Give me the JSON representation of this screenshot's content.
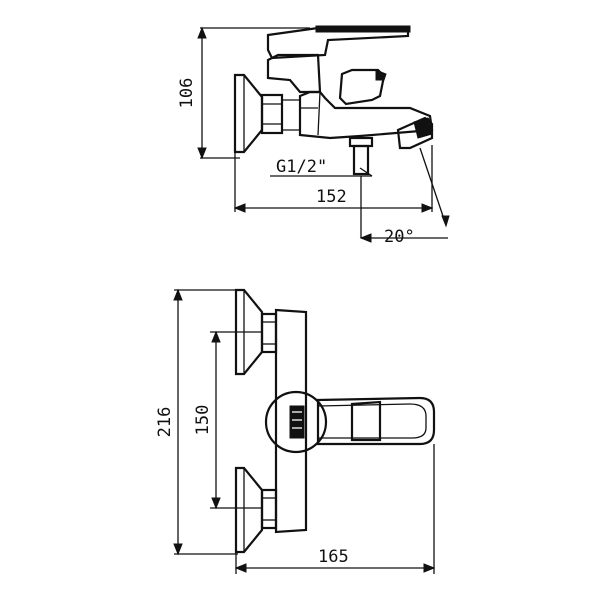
{
  "drawing": {
    "side_view": {
      "height_dim": "106",
      "thread_label": "G1/2\"",
      "width_dim": "152",
      "angle_dim": "20°"
    },
    "top_view": {
      "height_dim": "216",
      "spacing_dim": "150",
      "width_dim": "165"
    }
  }
}
